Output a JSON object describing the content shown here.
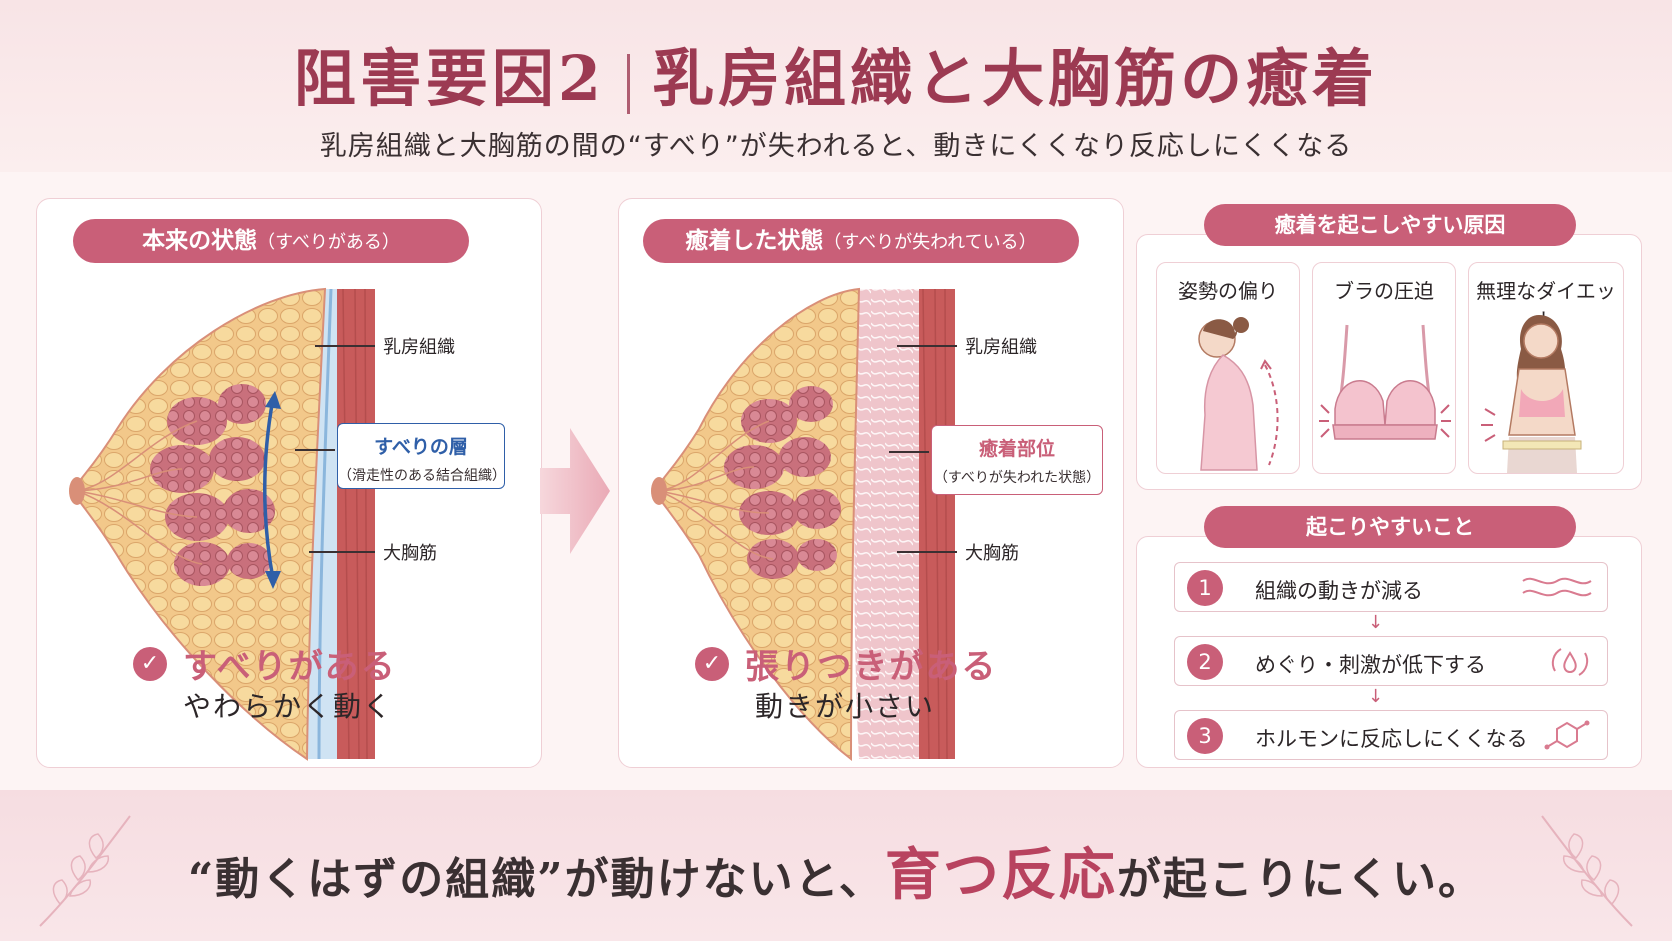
{
  "header": {
    "title_left": "阻害要因2",
    "title_right": "乳房組織と大胸筋の癒着",
    "subtitle": "乳房組織と大胸筋の間の“すべり”が失われると、動きにくくなり反応しにくくなる"
  },
  "normal": {
    "pill_main": "本来の状態",
    "pill_sub": "（すべりがある）",
    "label_breast": "乳房組織",
    "box_main": "すべりの層",
    "box_sub": "（滑走性のある結合組織）",
    "label_muscle": "大胸筋",
    "check": "✓",
    "state": "すべりがある",
    "desc": "やわらかく動く"
  },
  "adhered": {
    "pill_main": "癒着した状態",
    "pill_sub": "（すべりが失われている）",
    "label_breast": "乳房組織",
    "box_main": "癒着部位",
    "box_sub": "（すべりが失われた状態）",
    "label_muscle": "大胸筋",
    "check": "✓",
    "state": "張りつきがある",
    "desc": "動きが小さい"
  },
  "causes": {
    "pill": "癒着を起こしやすい原因",
    "items": [
      {
        "label": "姿勢の偏り",
        "icon": "posture-icon"
      },
      {
        "label": "ブラの圧迫",
        "icon": "bra-icon"
      },
      {
        "label": "無理なダイエット",
        "icon": "diet-icon"
      }
    ]
  },
  "effects": {
    "pill": "起こりやすいこと",
    "steps": [
      {
        "num": "1",
        "text": "組織の動きが減る",
        "icon": "wave-icon"
      },
      {
        "num": "2",
        "text": "めぐり・刺激が低下する",
        "icon": "cycle-drop-icon"
      },
      {
        "num": "3",
        "text": "ホルモンに反応しにくくなる",
        "icon": "molecule-icon"
      }
    ]
  },
  "footer": {
    "part1": "“動くはずの組織”が動けないと、",
    "highlight": "育つ反応",
    "part2": "が起こりにくい。"
  },
  "colors": {
    "accent": "#c95f78",
    "title": "#9c3a52",
    "glide_blue": "#2f5fa8"
  }
}
